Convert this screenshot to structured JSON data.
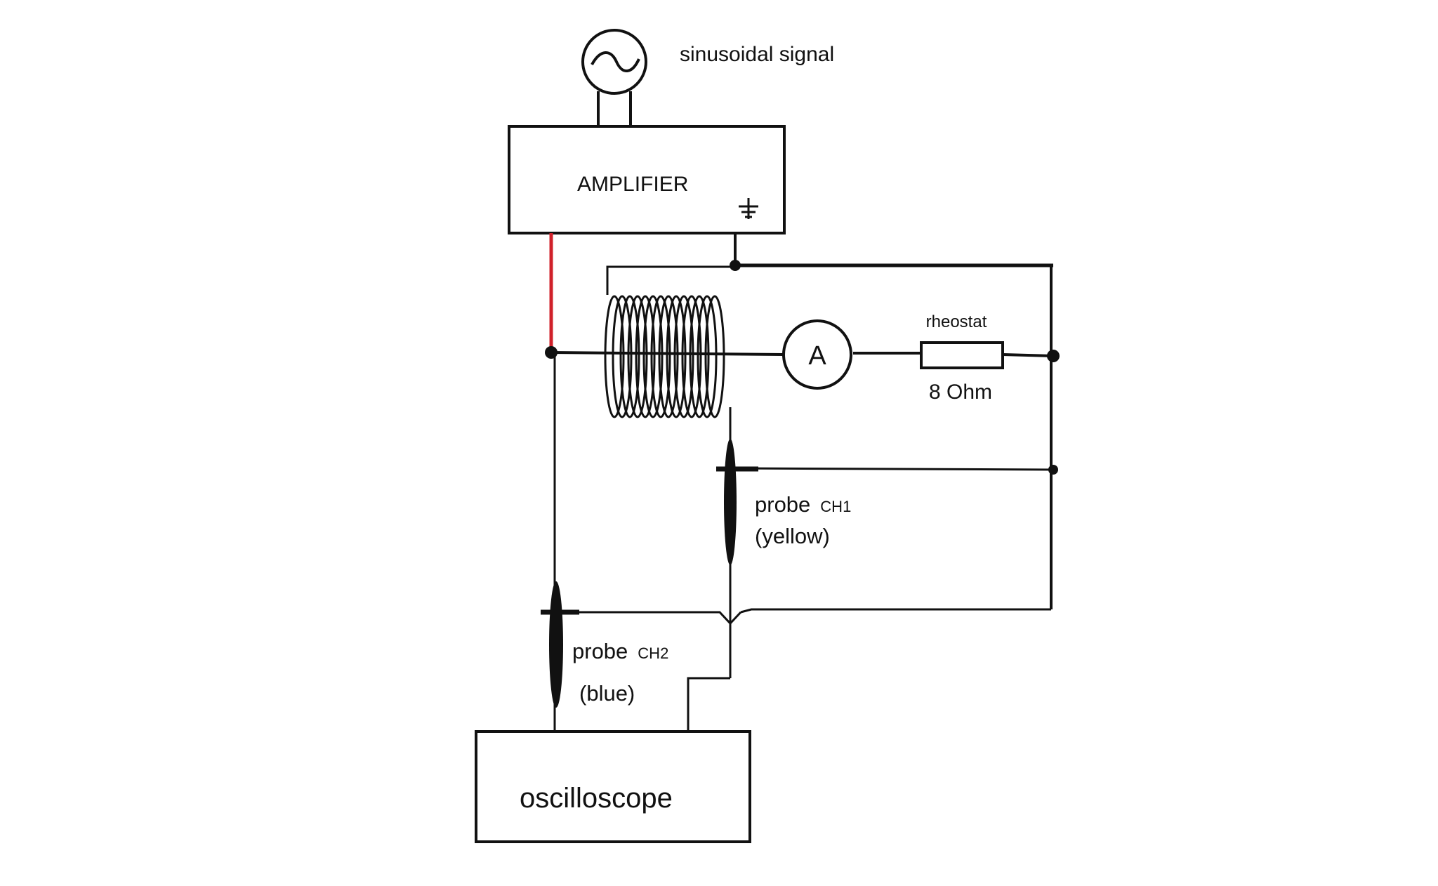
{
  "labels": {
    "signal": "sinusoidal signal",
    "amplifier": "AMPLIFIER",
    "ammeter": "A",
    "rheostat": "rheostat",
    "resistance": "8 Ohm",
    "probe1_main": "probe",
    "probe1_ch": "CH1",
    "probe1_color": "(yellow)",
    "probe2_main": "probe",
    "probe2_ch": "CH2",
    "probe2_color": "(blue)",
    "oscilloscope": "oscilloscope"
  },
  "colors": {
    "wire": "#111111",
    "signal_wire": "#d0202a",
    "background": "#ffffff"
  },
  "icons": [
    "sine-source-icon",
    "ground-symbol-icon",
    "ammeter-icon",
    "resistor-icon",
    "coil-icon",
    "probe-icon"
  ]
}
